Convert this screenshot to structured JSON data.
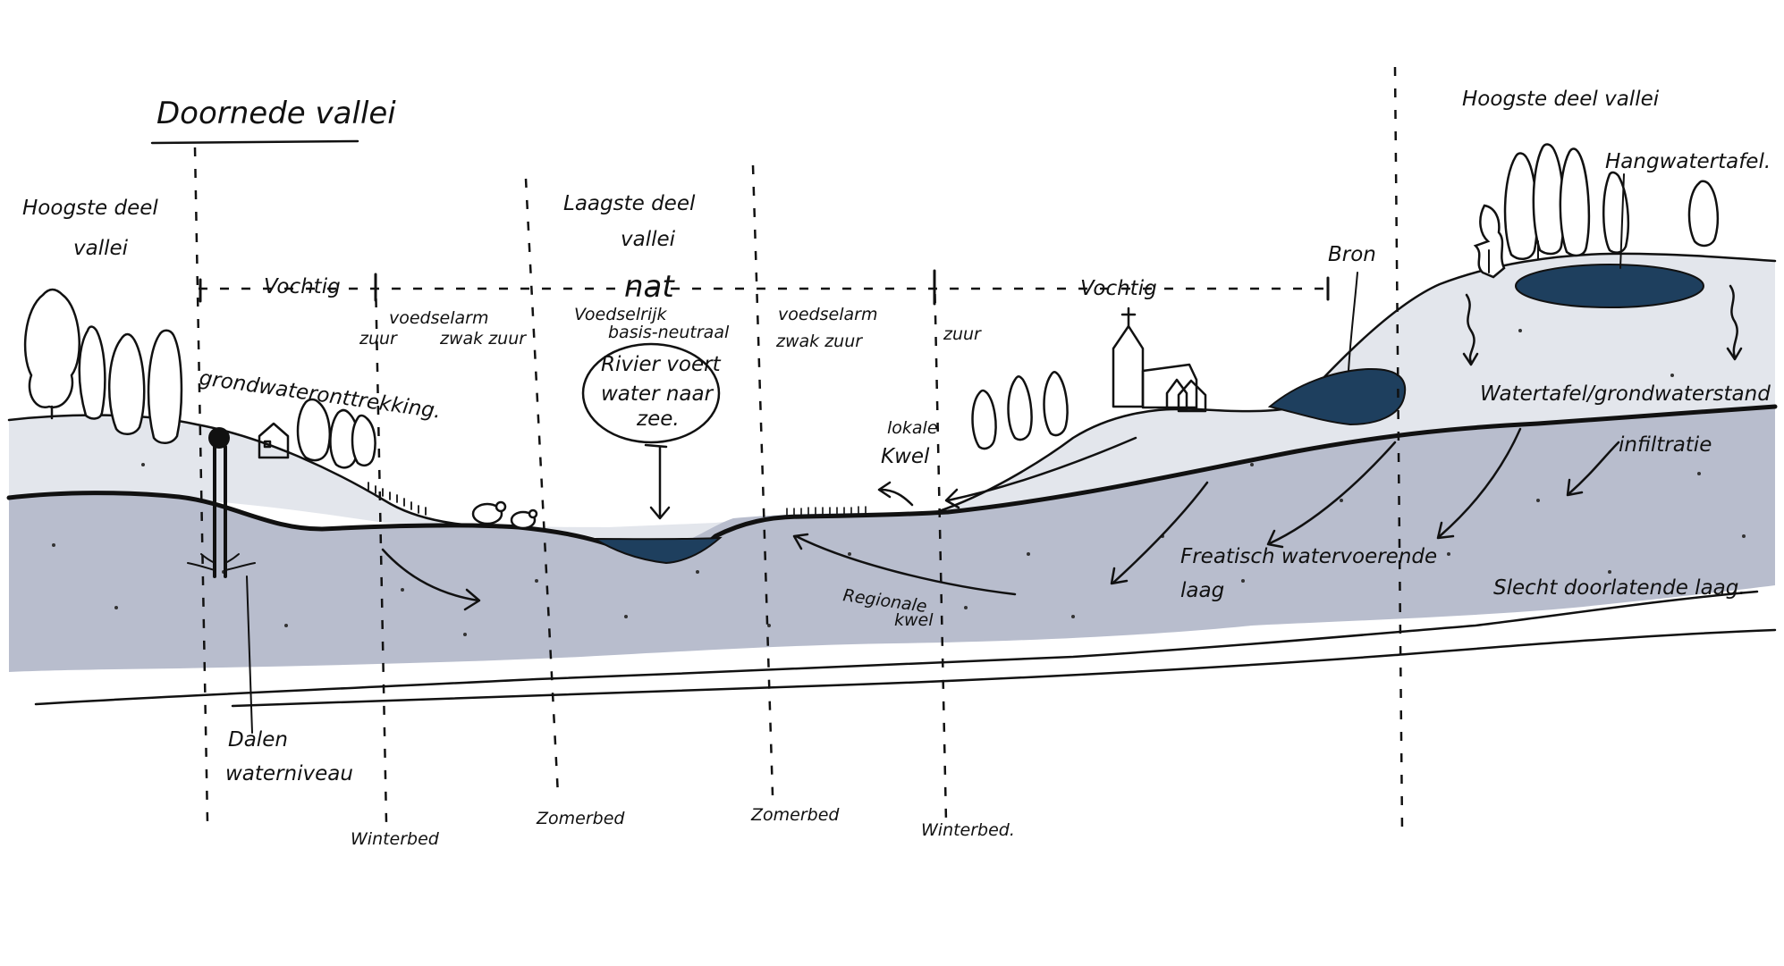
{
  "diagram": {
    "title": "Doornede vallei",
    "zones": {
      "highest_left": [
        "Hoogste deel",
        "vallei"
      ],
      "lowest": [
        "Laagste deel",
        "vallei"
      ],
      "highest_right": "Hoogste deel vallei"
    },
    "moisture": {
      "left": "Vochtig",
      "middle": "nat",
      "right": "Vochtig"
    },
    "nutrients": {
      "left_poor": "voedselarm",
      "middle_rich": "Voedselrijk",
      "right_poor": "voedselarm"
    },
    "acidity": {
      "zuur_left": "zuur",
      "zwak_zuur_left": "zwak zuur",
      "basis_neutraal": "basis-neutraal",
      "zwak_zuur_right": "zwak zuur",
      "zuur_right": "zuur"
    },
    "labels": {
      "groundwater_extraction": "grondwateronttrekking.",
      "river_bubble": [
        "Rivier voert",
        "water naar",
        "zee."
      ],
      "local_seepage": [
        "lokale",
        "Kwel"
      ],
      "regional_seepage": [
        "Regionale",
        "kwel"
      ],
      "spring": "Bron",
      "perched_water_table": "Hangwatertafel.",
      "water_table": "Watertafel/grondwaterstand",
      "infiltration": "infiltratie",
      "phreatic_aquifer": [
        "Freatisch watervoerende",
        "laag"
      ],
      "aquitard": "Slecht doorlatende laag.",
      "falling_water_level": [
        "Dalen",
        "waterniveau"
      ],
      "winter_bed_left": "Winterbed",
      "summer_bed_left": "Zomerbed",
      "summer_bed_right": "Zomerbed",
      "winter_bed_right": "Winterbed."
    },
    "colors": {
      "surface_soil": "#e3e6ec",
      "aquifer": "#b8bdcd",
      "water": "#1e3f5e",
      "ink": "#111111"
    }
  }
}
